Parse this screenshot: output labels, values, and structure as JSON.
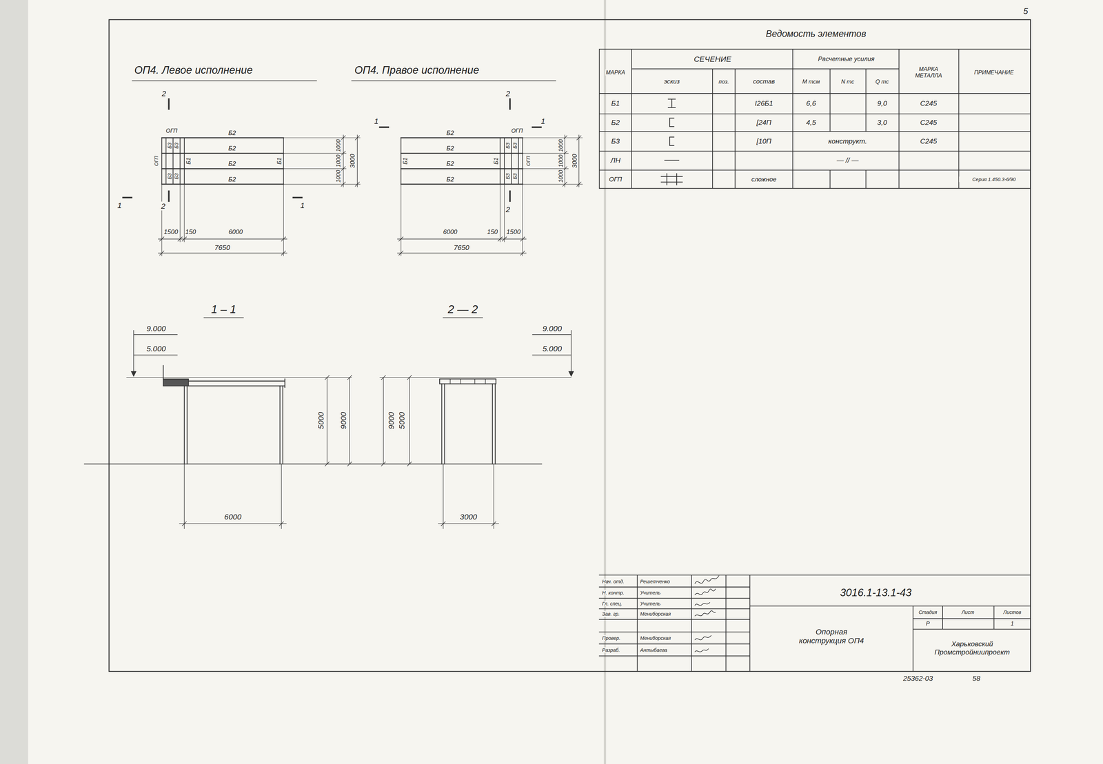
{
  "diagram": {
    "labels": [
      "ОП4. Левое исполнение",
      "ОП4. Правое исполнение",
      "2",
      "2",
      "1",
      "1",
      "ОГП",
      "Б2",
      "Б2",
      "Б2",
      "Б2",
      "ОГП",
      "Б3",
      "Б3",
      "Б3",
      "Б3",
      "Б1",
      "Б1",
      "1000",
      "1000",
      "1000",
      "3000",
      "1500",
      "150",
      "6000",
      "7650",
      "2",
      "2",
      "1",
      "1",
      "ОГП",
      "Б2",
      "Б2",
      "Б2",
      "Б2",
      "Б1",
      "Б1",
      "Б3",
      "Б3",
      "Б3",
      "Б3",
      "ОГП",
      "1000",
      "1000",
      "1000",
      "3000",
      "6000",
      "150",
      "1500",
      "7650",
      "1 – 1",
      "9.000",
      "5.000",
      "5000",
      "9000",
      "6000",
      "2 — 2",
      "9.000",
      "5.000",
      "9000",
      "5000",
      "3000",
      "Ведомость элементов",
      "МАРКА",
      "СЕЧЕНИЕ",
      "эскиз",
      "поз.",
      "состав",
      "Расчетные усилия",
      "М тсм",
      "N тс",
      "Q тс",
      "МАРКА МЕТАЛЛА",
      "ПРИМЕЧАНИЕ",
      "Б1",
      "I26Б1",
      "6,6",
      "9,0",
      "С245",
      "Б2",
      "[24П",
      "4,5",
      "3,0",
      "С245",
      "Б3",
      "[10П",
      "конструкт.",
      "С245",
      "ЛН",
      "— // —",
      "ОГП",
      "сложное",
      "Серия 1.450.3-6/90",
      "Нач. отд.",
      "Решетченко",
      "Н. контр.",
      "Учитель",
      "Гл. спец.",
      "Учитель",
      "Зав. гр.",
      "Мениборская",
      "Провер.",
      "Мениборская",
      "Разраб.",
      "Антыбаева",
      "3016.1-13.1-43",
      "Опорная конструкция ОП4",
      "Стадия",
      "Лист",
      "Листов",
      "Р",
      "1",
      "Харьковский Промстройниипроект",
      "25362-03",
      "58",
      "5"
    ]
  }
}
